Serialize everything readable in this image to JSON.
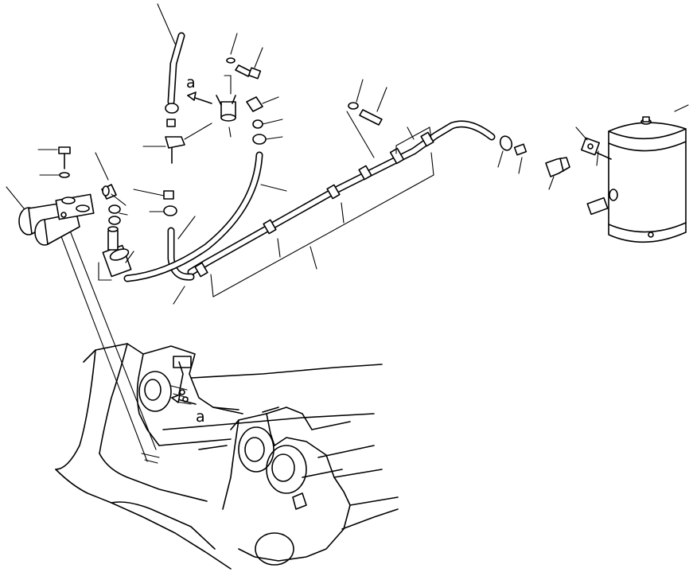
{
  "diagram": {
    "callouts": [
      {
        "id": "upper",
        "text": "a"
      },
      {
        "id": "lower",
        "text": "a"
      }
    ]
  }
}
